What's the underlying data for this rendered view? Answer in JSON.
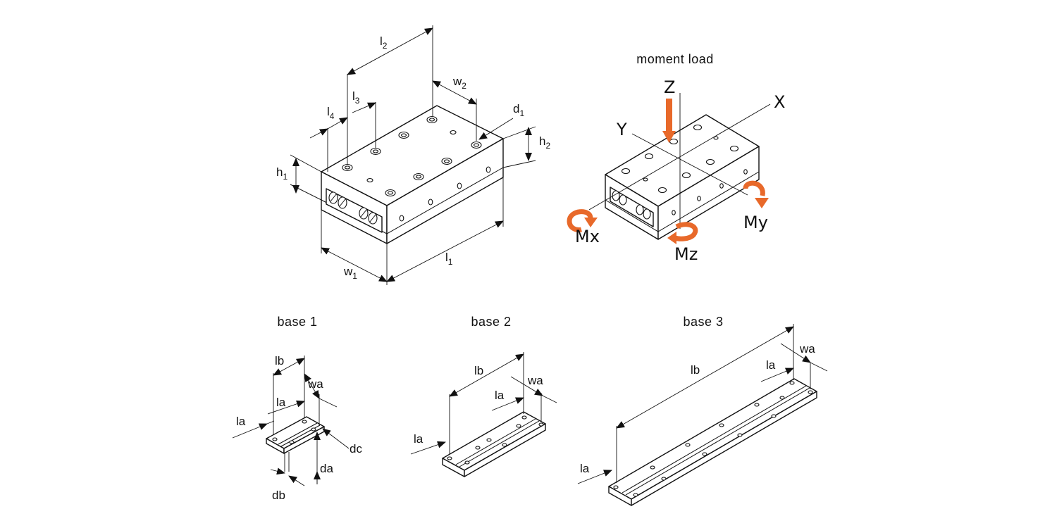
{
  "titles": {
    "moment_load": "moment load",
    "base1": "base 1",
    "base2": "base 2",
    "base3": "base 3"
  },
  "stage_dims": {
    "l1": {
      "main": "l",
      "sub": "1"
    },
    "l2": {
      "main": "l",
      "sub": "2"
    },
    "l3": {
      "main": "l",
      "sub": "3"
    },
    "l4": {
      "main": "l",
      "sub": "4"
    },
    "w1": {
      "main": "w",
      "sub": "1"
    },
    "w2": {
      "main": "w",
      "sub": "2"
    },
    "h1": {
      "main": "h",
      "sub": "1"
    },
    "h2": {
      "main": "h",
      "sub": "2"
    },
    "d1": {
      "main": "d",
      "sub": "1"
    }
  },
  "axes": {
    "x": "X",
    "y": "Y",
    "z": "Z"
  },
  "moments": {
    "mx": "Mx",
    "my": "My",
    "mz": "Mz"
  },
  "base_dims": {
    "lb": "lb",
    "la": "la",
    "wa": "wa",
    "da": "da",
    "db": "db",
    "dc": "dc"
  },
  "colors": {
    "arrow_orange": "#e8692a",
    "line": "#111111"
  }
}
